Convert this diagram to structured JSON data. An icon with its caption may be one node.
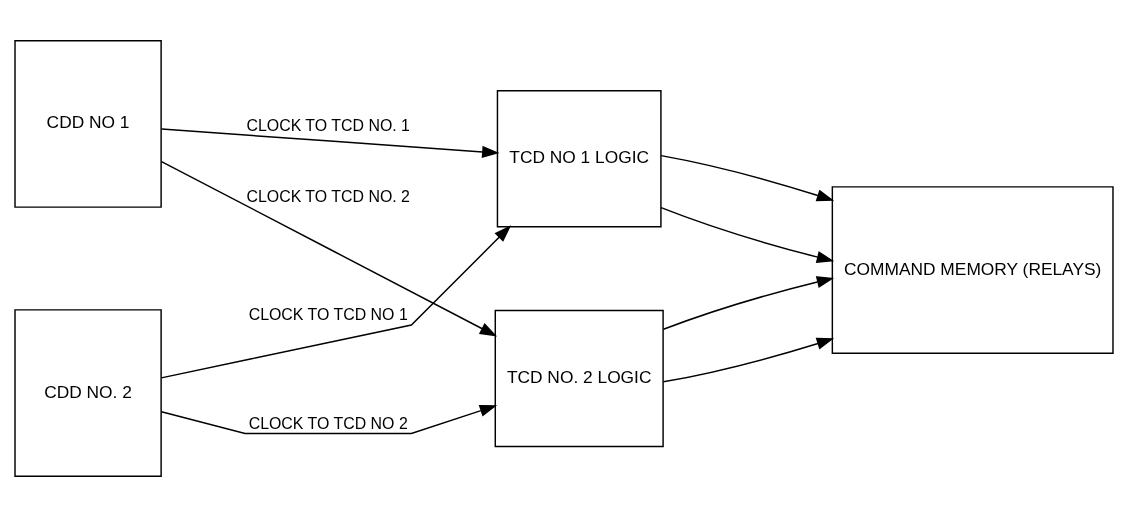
{
  "diagram": {
    "nodes": [
      {
        "text": [
          "CDD NO 1"
        ]
      },
      {
        "text": [
          "CDD NO. 2"
        ]
      },
      {
        "text": [
          "TCD NO 1 LOGIC"
        ]
      },
      {
        "text": [
          "TCD NO. 2 LOGIC"
        ]
      },
      {
        "text": [
          "COMMAND MEMORY (RELAYS)"
        ]
      }
    ],
    "edges": [
      {
        "from": 0,
        "to": 2,
        "arrow": "to",
        "label": "CLOCK TO TCD NO. 1"
      },
      {
        "from": 0,
        "to": 3,
        "arrow": "to",
        "label": "CLOCK TO TCD NO. 2"
      },
      {
        "from": 1,
        "to": 2,
        "arrow": "to",
        "label": "CLOCK TO TCD NO 1"
      },
      {
        "from": 1,
        "to": 3,
        "arrow": "to",
        "label": "CLOCK TO TCD NO 2"
      },
      {
        "from": 2,
        "to": 4,
        "arrow": "to"
      },
      {
        "from": 2,
        "to": 4,
        "arrow": "to"
      },
      {
        "from": 3,
        "to": 4,
        "arrow": "to"
      },
      {
        "from": 3,
        "to": 4,
        "arrow": "to"
      }
    ]
  }
}
